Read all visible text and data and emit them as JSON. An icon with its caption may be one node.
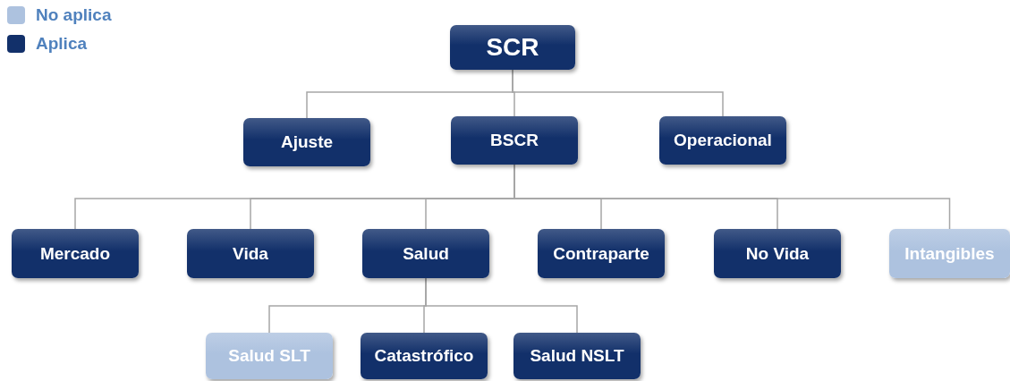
{
  "diagram": {
    "nodes": [
      {
        "text": [
          "SCR"
        ]
      },
      {
        "text": [
          "Ajuste"
        ]
      },
      {
        "text": [
          "BSCR"
        ]
      },
      {
        "text": [
          "Operacional"
        ]
      },
      {
        "text": [
          "Mercado"
        ]
      },
      {
        "text": [
          "Vida"
        ]
      },
      {
        "text": [
          "Salud"
        ]
      },
      {
        "text": [
          "Contraparte"
        ]
      },
      {
        "text": [
          "No Vida"
        ]
      },
      {
        "text": [
          "Intangibles"
        ]
      },
      {
        "text": [
          "Salud SLT"
        ]
      },
      {
        "text": [
          "Catastrófico"
        ]
      },
      {
        "text": [
          "Salud NSLT"
        ]
      }
    ],
    "edges": [
      {
        "from": 0,
        "to": 1,
        "arrow": "none"
      },
      {
        "from": 0,
        "to": 2,
        "arrow": "none"
      },
      {
        "from": 0,
        "to": 3,
        "arrow": "none"
      },
      {
        "from": 2,
        "to": 4,
        "arrow": "none"
      },
      {
        "from": 2,
        "to": 5,
        "arrow": "none"
      },
      {
        "from": 2,
        "to": 6,
        "arrow": "none"
      },
      {
        "from": 2,
        "to": 7,
        "arrow": "none"
      },
      {
        "from": 2,
        "to": 8,
        "arrow": "none"
      },
      {
        "from": 2,
        "to": 9,
        "arrow": "none"
      },
      {
        "from": 6,
        "to": 10,
        "arrow": "none"
      },
      {
        "from": 6,
        "to": 11,
        "arrow": "none"
      },
      {
        "from": 6,
        "to": 12,
        "arrow": "none"
      }
    ],
    "legend": [
      {
        "text": "No aplica",
        "color": "#adc2df"
      },
      {
        "text": "Aplica",
        "color": "#12306a"
      }
    ]
  }
}
